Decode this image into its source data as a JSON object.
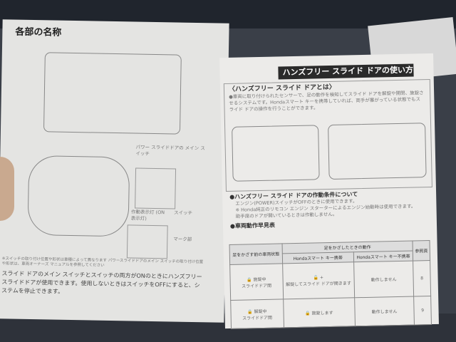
{
  "left_page": {
    "title": "各部の名称",
    "labels": {
      "power_switch": "パワー スライドドアの メイン スイッチ",
      "indicator": "作動表示灯 (ON表示灯)",
      "switch": "スイッチ",
      "mark": "マーク部"
    },
    "footnote": "※スイッチの取り付け位置や形状は車種によって異なります パワースライドドアのメイン スイッチの取り付け位置や形状は、車両オーナーズ マニュアルを参照してください",
    "body": "スライド ドアのメイン スイッチとスイッチの両方がONのときにハンズフリー スライドドアが使用できます。使用しないときはスイッチをOFFにすると、システムを停止できます。"
  },
  "right_page": {
    "header": "ハンズフリー スライド ドアの使い方",
    "section1_title": "〈ハンズフリー スライド ドアとは〉",
    "section1_text": "●車両に取り付けられたセンサーで、足の動作を検知してスライド ドアを解錠や開閉、施錠させるシステムです。Hondaスマート キーを携帯していれば、両手が塞がっている状態でもスライド ドアの操作を行うことができます。",
    "section2_title": "●ハンズフリー スライド ドアの作動条件について",
    "section2_lines": [
      "エンジン(POWER)スイッチがOFFのときに使用できます。",
      "※ Honda純正のリモコン エンジン スターターによるエンジン始動時は使用できます。",
      "助手席のドアが開いているときは作動しません。"
    ],
    "section3_title": "●車両動作早見表",
    "table": {
      "h_state": "足をかざす前の車両状態",
      "h_action": "足をかざしたときの動作",
      "h_with": "Hondaスマート キー携帯",
      "h_without": "Hondaスマート キー不携帯",
      "h_page": "参照頁",
      "rows": [
        {
          "state": "スライドドア閉",
          "lock": "施錠中",
          "with": "解錠してスライド ドアが開きます",
          "without": "動作しません",
          "page": "8"
        },
        {
          "state": "スライドドア閉",
          "lock": "解錠中",
          "with": "施錠します",
          "without": "動作しません",
          "page": "9"
        }
      ]
    }
  }
}
